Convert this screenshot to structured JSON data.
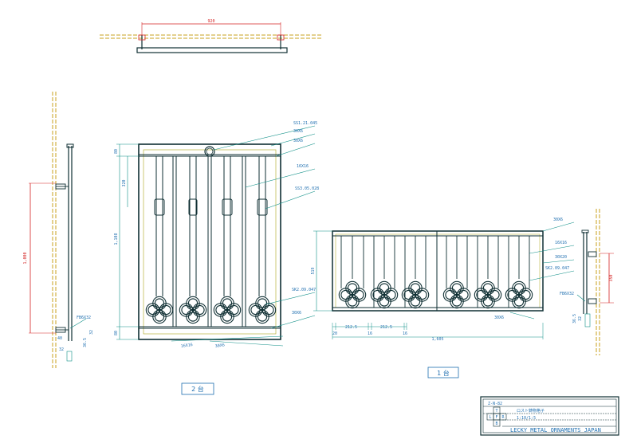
{
  "colors": {
    "outline": "#0f2f33",
    "teal": "#0f8f87",
    "dim_red": "#d42323",
    "wall": "#c8a21e",
    "inner_olive": "#b9b23a",
    "blue_text": "#1f6fb0"
  },
  "top_view": {
    "width": "920"
  },
  "left_side": {
    "height": "1,000",
    "bracket": "FB6X32",
    "d1": "40",
    "d2": "32",
    "d3": "36.5",
    "d4": "32"
  },
  "front": {
    "callouts": [
      "SS1.21.045",
      "30X6",
      "30X6",
      "16X16",
      "SS3.05.028",
      "SK2.09.047",
      "30X6",
      "16X16",
      "30X6"
    ],
    "dims": {
      "overall": "1,108",
      "top": "80",
      "upper": "320",
      "bottom": "80"
    },
    "label": "2 台"
  },
  "long_panel": {
    "callouts": [
      "30X6",
      "16X16",
      "30X20",
      "SK2.09.047",
      "30X6"
    ],
    "dims": {
      "height": "519",
      "p1": "20",
      "p2": "212.5",
      "p3": "16",
      "p4": "212.5",
      "p5": "16",
      "overall": "1,605"
    },
    "label": "1 台"
  },
  "right_side": {
    "bracket": "FB6X32",
    "upper": "350",
    "d1": "36.5",
    "d2": "32"
  },
  "titleblock": {
    "code": "Z-N-82",
    "product": "ロスト鋳物格子",
    "scale": "1:10/1:5",
    "view_l": "L",
    "view_t": "T",
    "view_f": "F",
    "view_r": "R",
    "view_b": "B",
    "company": "LECKY METAL ORNAMENTS JAPAN"
  }
}
